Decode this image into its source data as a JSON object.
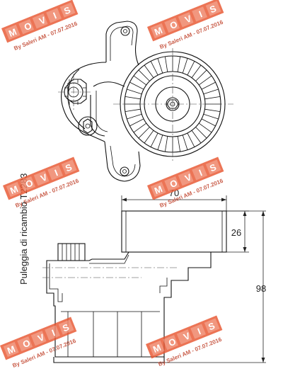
{
  "drawing": {
    "side_caption": "Puleggia di ricambio T2283",
    "dimensions": {
      "width_top": "70",
      "pulley_height": "26",
      "total_height": "98"
    }
  },
  "watermark": {
    "brand": "MOVIS",
    "stamp": "By Saleri AM - 07.07.2016"
  }
}
